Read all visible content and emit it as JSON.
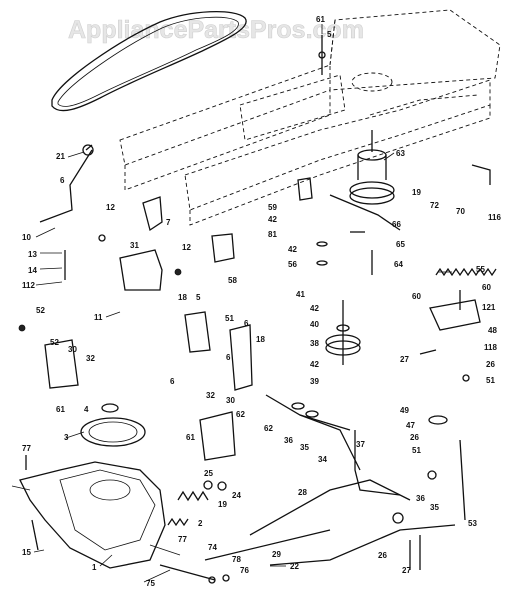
{
  "watermark": "AppliancePartsPros.com",
  "labels": [
    {
      "text": "61"
    },
    {
      "text": "5"
    },
    {
      "text": "63"
    },
    {
      "text": "21"
    },
    {
      "text": "6"
    },
    {
      "text": "19"
    },
    {
      "text": "72"
    },
    {
      "text": "70"
    },
    {
      "text": "116"
    },
    {
      "text": "12"
    },
    {
      "text": "59"
    },
    {
      "text": "42"
    },
    {
      "text": "81"
    },
    {
      "text": "66"
    },
    {
      "text": "10"
    },
    {
      "text": "31"
    },
    {
      "text": "7"
    },
    {
      "text": "12"
    },
    {
      "text": "42"
    },
    {
      "text": "65"
    },
    {
      "text": "13"
    },
    {
      "text": "58"
    },
    {
      "text": "56"
    },
    {
      "text": "64"
    },
    {
      "text": "14"
    },
    {
      "text": "112"
    },
    {
      "text": "55"
    },
    {
      "text": "18"
    },
    {
      "text": "5"
    },
    {
      "text": "41"
    },
    {
      "text": "60"
    },
    {
      "text": "60"
    },
    {
      "text": "52"
    },
    {
      "text": "11"
    },
    {
      "text": "51"
    },
    {
      "text": "42"
    },
    {
      "text": "121"
    },
    {
      "text": "6"
    },
    {
      "text": "18"
    },
    {
      "text": "40"
    },
    {
      "text": "48"
    },
    {
      "text": "52"
    },
    {
      "text": "30"
    },
    {
      "text": "38"
    },
    {
      "text": "118"
    },
    {
      "text": "32"
    },
    {
      "text": "6"
    },
    {
      "text": "27"
    },
    {
      "text": "42"
    },
    {
      "text": "26"
    },
    {
      "text": "6"
    },
    {
      "text": "39"
    },
    {
      "text": "51"
    },
    {
      "text": "61"
    },
    {
      "text": "4"
    },
    {
      "text": "32"
    },
    {
      "text": "30"
    },
    {
      "text": "62"
    },
    {
      "text": "49"
    },
    {
      "text": "47"
    },
    {
      "text": "3"
    },
    {
      "text": "62"
    },
    {
      "text": "36"
    },
    {
      "text": "35"
    },
    {
      "text": "26"
    },
    {
      "text": "34"
    },
    {
      "text": "37"
    },
    {
      "text": "51"
    },
    {
      "text": "61"
    },
    {
      "text": "77"
    },
    {
      "text": "25"
    },
    {
      "text": "24"
    },
    {
      "text": "19"
    },
    {
      "text": "28"
    },
    {
      "text": "36"
    },
    {
      "text": "35"
    },
    {
      "text": "2"
    },
    {
      "text": "53"
    },
    {
      "text": "77"
    },
    {
      "text": "15"
    },
    {
      "text": "1"
    },
    {
      "text": "74"
    },
    {
      "text": "29"
    },
    {
      "text": "26"
    },
    {
      "text": "78"
    },
    {
      "text": "76"
    },
    {
      "text": "22"
    },
    {
      "text": "27"
    },
    {
      "text": "75"
    }
  ]
}
